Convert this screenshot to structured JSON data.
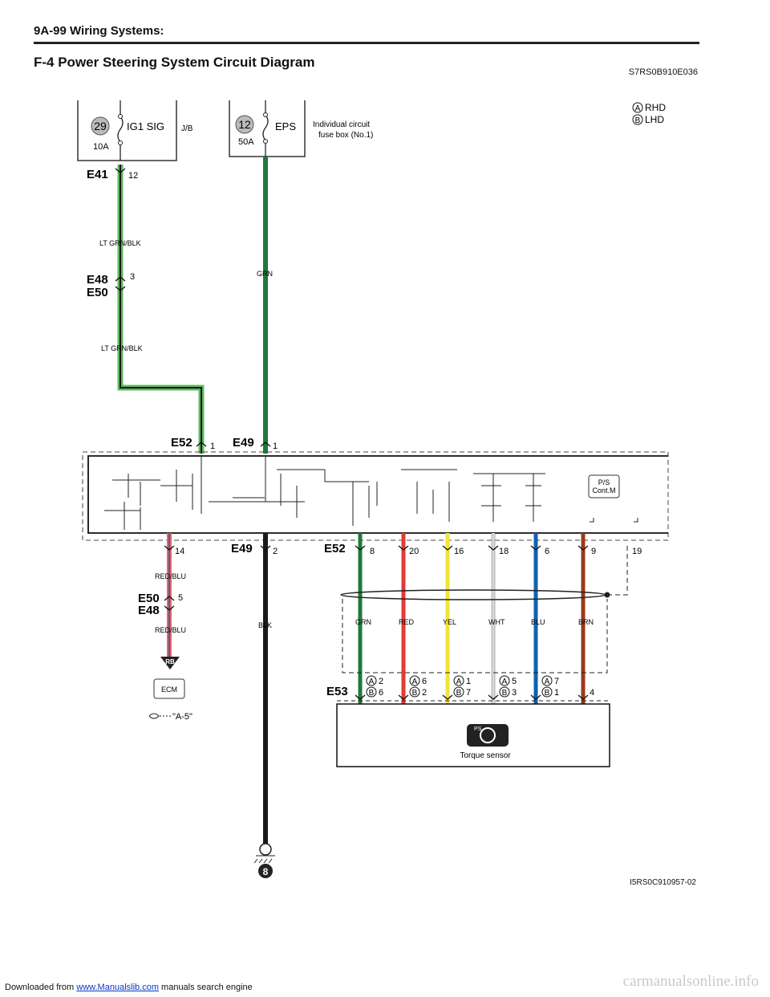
{
  "header": {
    "page_ref": "9A-99  Wiring Systems:",
    "title": "F-4 Power Steering System Circuit Diagram",
    "doc_code": "S7RS0B910E036",
    "image_id": "I5RS0C910957-02"
  },
  "footer": {
    "prefix": "Downloaded from ",
    "link": "www.Manualslib.com",
    "suffix": " manuals search engine",
    "watermark": "carmanualsonline.info"
  },
  "legend": {
    "a": "A",
    "a_label": "RHD",
    "b": "B",
    "b_label": "LHD"
  },
  "fuses": {
    "ig1": {
      "number": "29",
      "name": "IG1 SIG",
      "amp": "10A",
      "box": "J/B"
    },
    "eps": {
      "number": "12",
      "name": "EPS",
      "amp": "50A",
      "box": "Individual circuit",
      "box2": "fuse box (No.1)"
    }
  },
  "connectors": {
    "e41": "E41",
    "e41_pin": "12",
    "e48": "E48",
    "e50": "E50",
    "e48_pin": "3",
    "e52": "E52",
    "e52_pin": "1",
    "e49": "E49",
    "e49_pin": "1",
    "e49b": "E49",
    "e49b_pin": "2",
    "e52b": "E52",
    "e50b": "E50",
    "e48b": "E48",
    "e50b_pin": "5",
    "e53": "E53",
    "pin14": "14"
  },
  "wires": {
    "ltgrnblk1": "LT GRN/BLK",
    "ltgrnblk2": "LT GRN/BLK",
    "grn": "GRN",
    "redblu1": "RED/BLU",
    "redblu2": "RED/BLU",
    "blk": "BLK"
  },
  "module": {
    "label1": "P/S",
    "label2": "Cont.M"
  },
  "ecm": {
    "label": "ECM",
    "ref": "\"A-5\"",
    "badge": "RB"
  },
  "ground": "8",
  "sensor": {
    "label": "Torque sensor",
    "icon_text": "PS"
  },
  "colors": {
    "ltgrn": "#5cb85c",
    "grn": "#1f7a3a",
    "red": "#e53a32",
    "yel": "#f2e33a",
    "wht": "#cfcfcf",
    "blu": "#0e63b0",
    "brn": "#9b3a1a",
    "blk": "#222222",
    "redblu": "#e06a6a"
  },
  "sensor_wires": [
    {
      "top_pin": "8",
      "color": "GRN",
      "a_pin": "2",
      "b_pin": "6"
    },
    {
      "top_pin": "20",
      "color": "RED",
      "a_pin": "6",
      "b_pin": "2"
    },
    {
      "top_pin": "16",
      "color": "YEL",
      "a_pin": "1",
      "b_pin": "7"
    },
    {
      "top_pin": "18",
      "color": "WHT",
      "a_pin": "5",
      "b_pin": "3"
    },
    {
      "top_pin": "6",
      "color": "BLU",
      "a_pin": "7",
      "b_pin": "1"
    },
    {
      "top_pin": "9",
      "color": "BRN",
      "e53_pin": "4"
    },
    {
      "top_pin": "19"
    }
  ]
}
